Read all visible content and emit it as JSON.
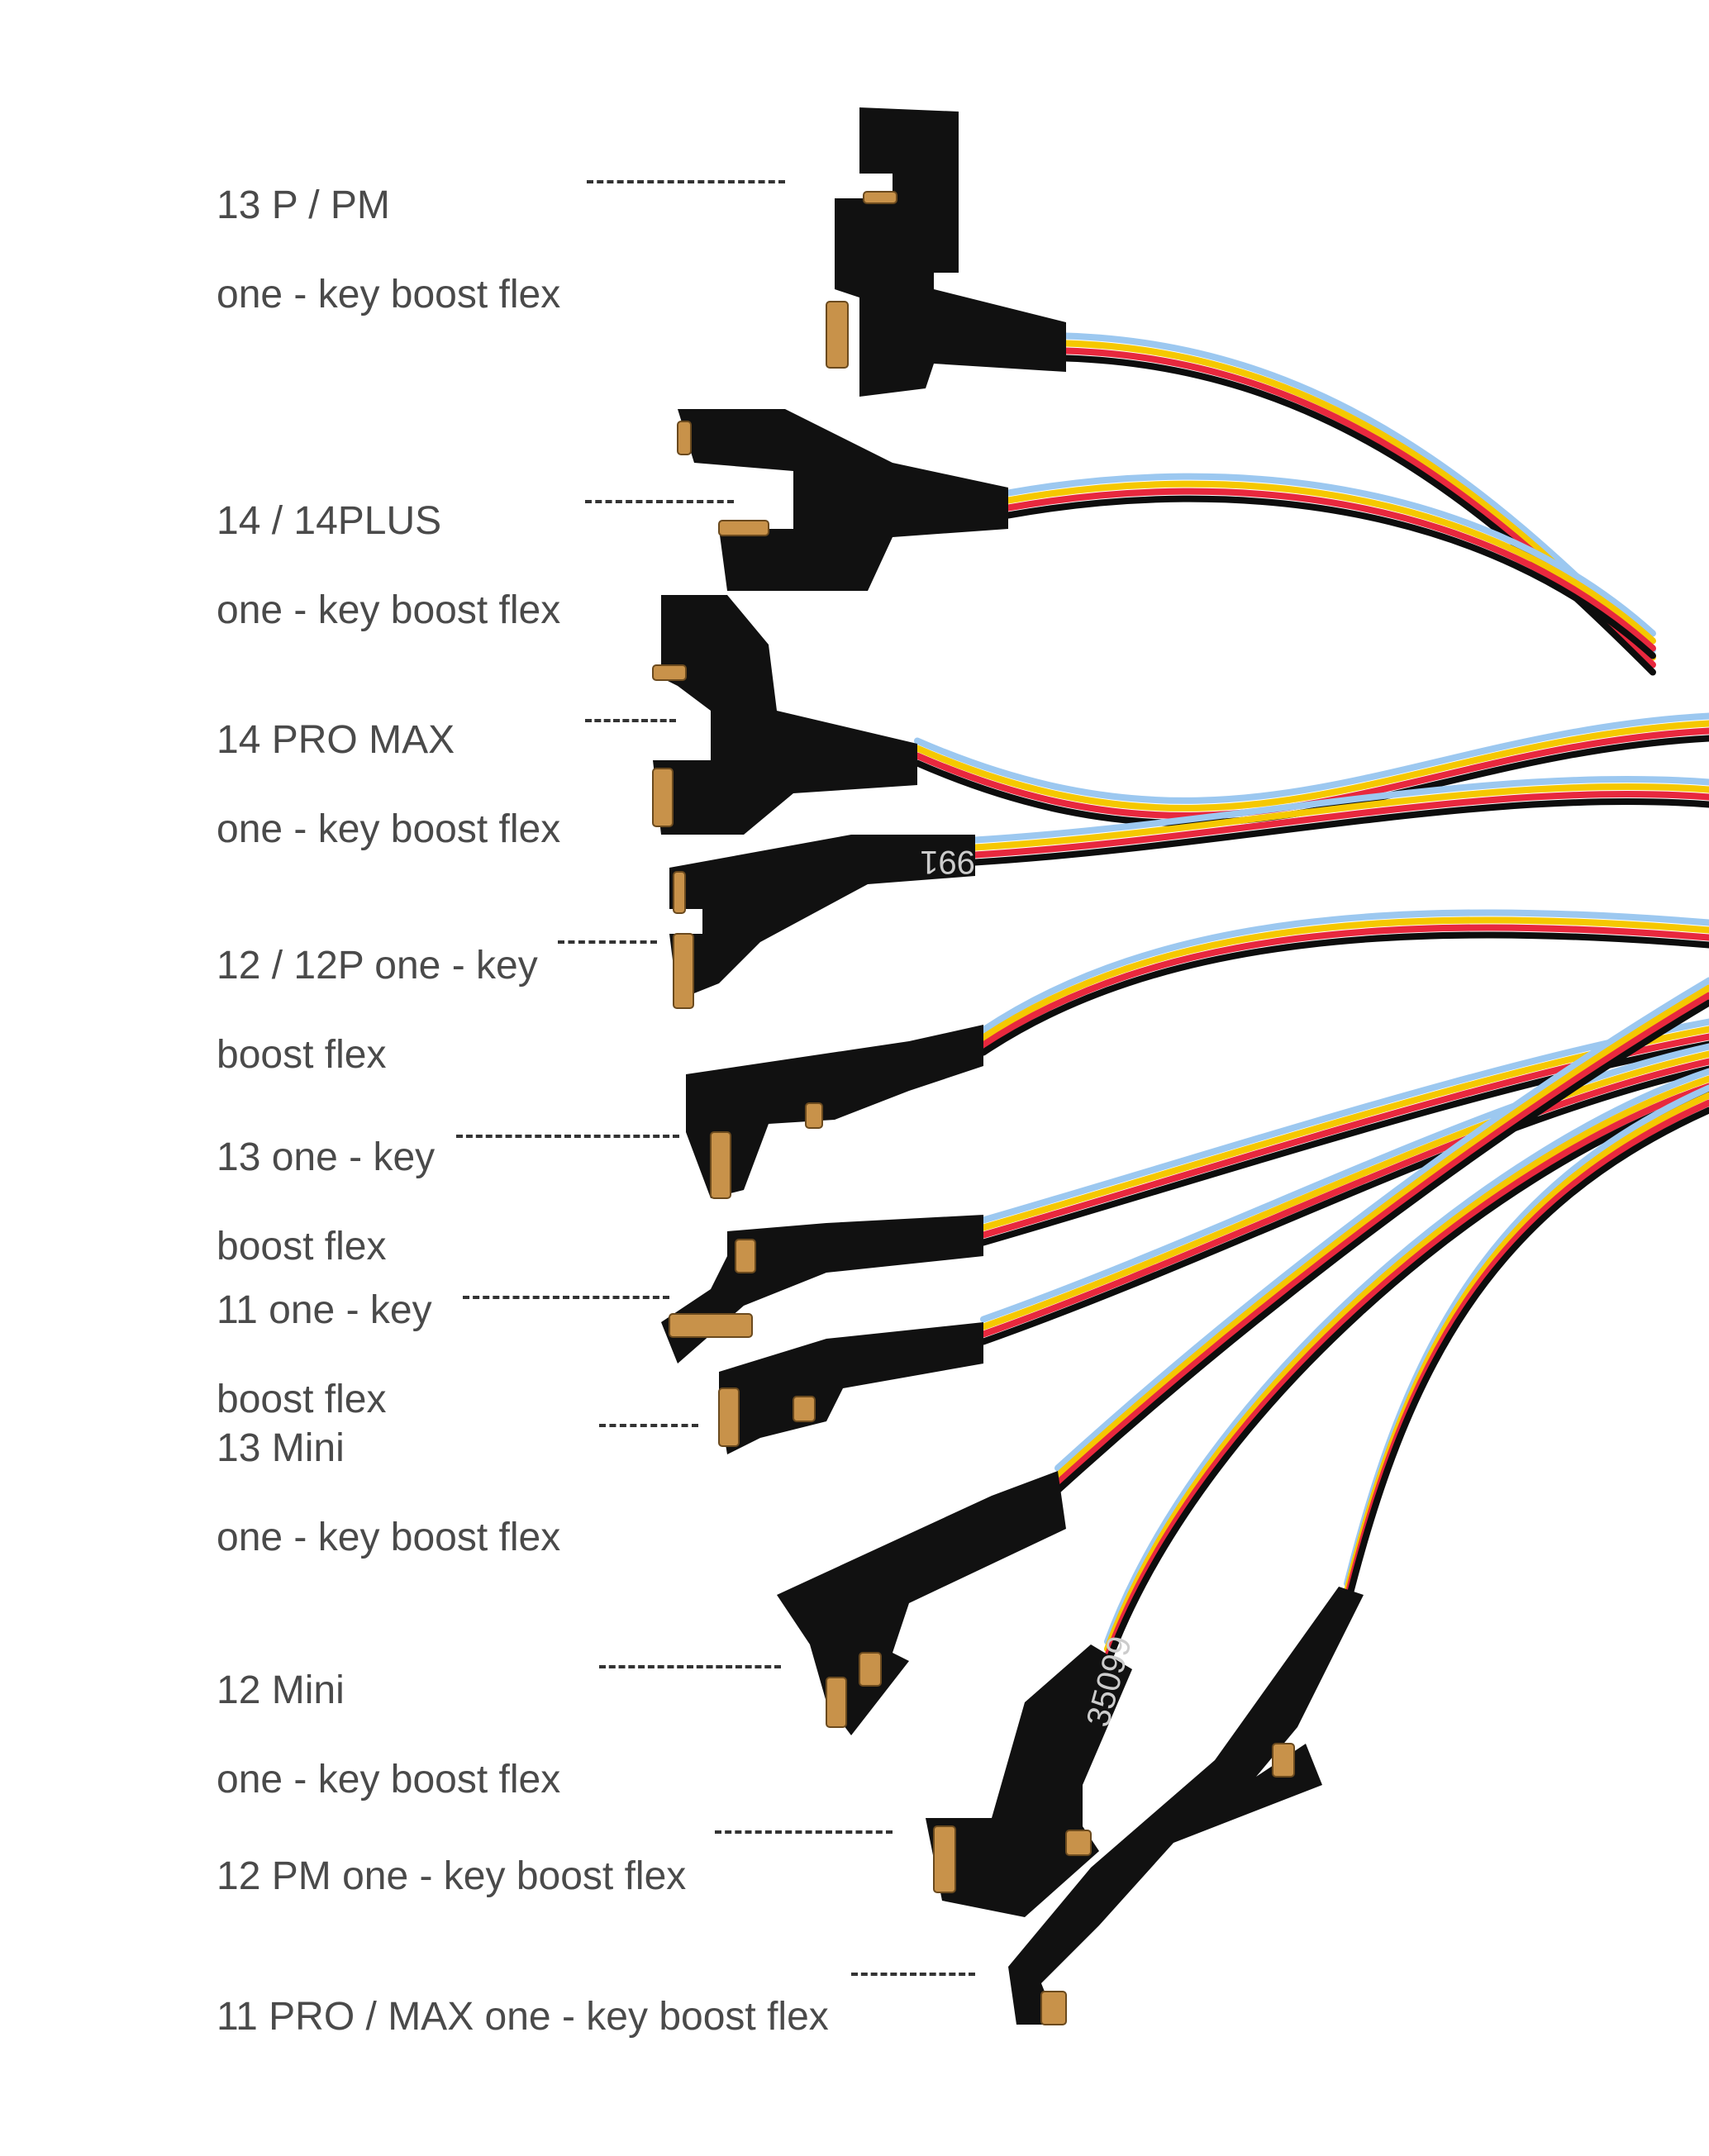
{
  "title": "one-key boost flex cable set",
  "colors": {
    "background": "#ffffff",
    "label_text": "#4a4a4a",
    "flex_black": "#111111",
    "wire_red": "#e8283e",
    "wire_yellow": "#f5c800",
    "wire_blue": "#9cc8f0",
    "wire_black": "#0d0d0d",
    "connector_gold": "#c8924a"
  },
  "labels": [
    {
      "id": "13p-pm",
      "line1": "13 P / PM",
      "line2": "one - key boost flex"
    },
    {
      "id": "14-14plus",
      "line1": "14 / 14PLUS",
      "line2": "one - key boost flex"
    },
    {
      "id": "14-pro-max",
      "line1": "14 PRO MAX",
      "line2": "one - key boost flex"
    },
    {
      "id": "12-12p",
      "line1": "12 / 12P one - key",
      "line2": "boost flex"
    },
    {
      "id": "13",
      "line1": "13 one - key",
      "line2": "boost flex"
    },
    {
      "id": "11",
      "line1": "11 one - key",
      "line2": "boost flex"
    },
    {
      "id": "13-mini",
      "line1": "13 Mini",
      "line2": "one - key boost flex"
    },
    {
      "id": "12-mini",
      "line1": "12 Mini",
      "line2": "one - key boost flex"
    },
    {
      "id": "12-pm",
      "line1": "12 PM one - key boost flex",
      "line2": ""
    },
    {
      "id": "11-pro-max",
      "line1": "11 PRO / MAX one - key boost flex",
      "line2": ""
    }
  ],
  "flex_markings": [
    "991",
    "35099"
  ]
}
